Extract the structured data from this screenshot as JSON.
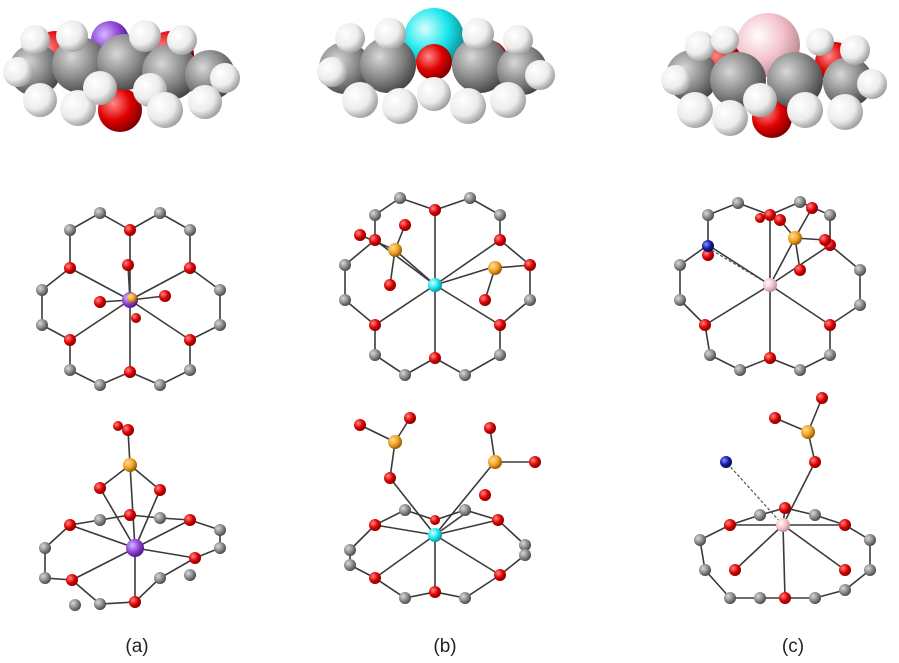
{
  "figure": {
    "panel_labels": [
      "(a)",
      "(b)",
      "(c)"
    ]
  },
  "colors": {
    "carbon": "#8a8a8a",
    "oxygen": "#e00000",
    "hydrogen": "#f2f2f2",
    "phosphorus": "#f0a020",
    "metal_a": "#8e44d8",
    "metal_b": "#19e6ec",
    "metal_c": "#f4c2cc",
    "nitrogen": "#141aa6",
    "bond": "#3a3a3a"
  }
}
